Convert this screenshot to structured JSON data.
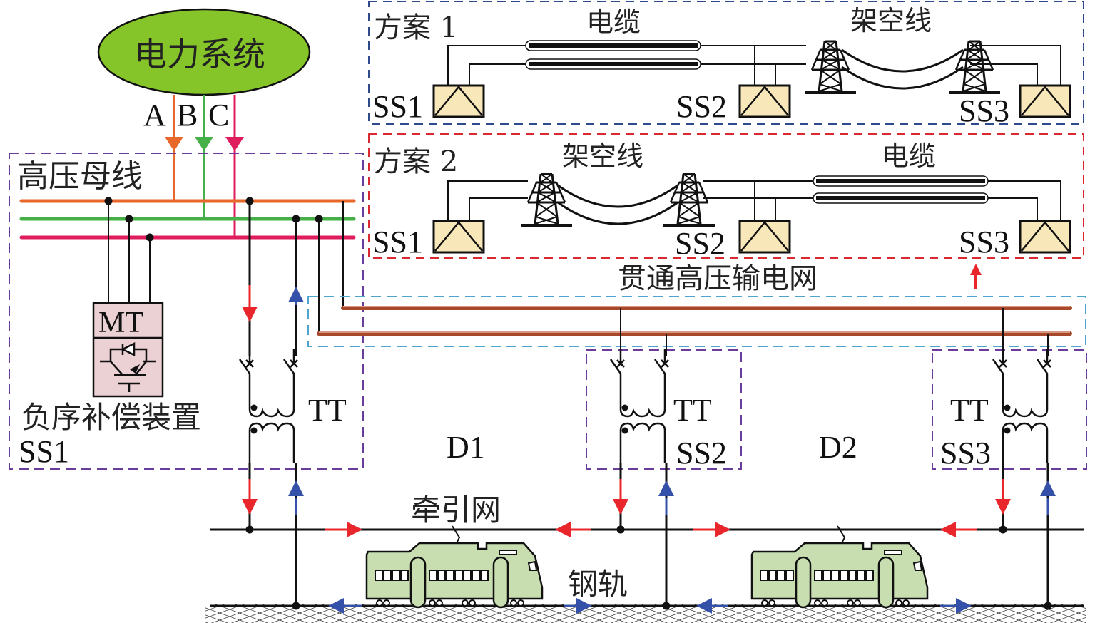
{
  "colors": {
    "phase_a": "#E8672A",
    "phase_b": "#46B048",
    "phase_c": "#E01D5C",
    "power_system_fill": "#86C52A",
    "substation_fill": "#F8E7B8",
    "compensator_fill": "#EBD0D4",
    "train_fill": "#C8DDB0",
    "transmission_line": "#A8482A",
    "ss1_border": "#6A3D9A",
    "scheme1_border": "#2E4A8C",
    "scheme2_border": "#D9282F",
    "transmission_net_border": "#4FA3CF",
    "current_red": "#E8262C",
    "current_blue": "#3450A8"
  },
  "power_system": {
    "label": "电力系统"
  },
  "phases": [
    "A",
    "B",
    "C"
  ],
  "hv_bus": {
    "label": "高压母线"
  },
  "compensator": {
    "top_label": "MT",
    "label": "负序补偿装置"
  },
  "substations": {
    "ss1": {
      "label": "SS1",
      "transformer_label": "TT"
    },
    "ss2": {
      "label": "SS2",
      "transformer_label": "TT"
    },
    "ss3": {
      "label": "SS3",
      "transformer_label": "TT"
    }
  },
  "transmission_network": {
    "label": "贯通高压输电网"
  },
  "schemes": [
    {
      "title": "方案 1",
      "segment1_label": "电缆",
      "segment2_label": "架空线",
      "stations": [
        "SS1",
        "SS2",
        "SS3"
      ]
    },
    {
      "title": "方案 2",
      "segment1_label": "架空线",
      "segment2_label": "电缆",
      "stations": [
        "SS1",
        "SS2",
        "SS3"
      ]
    }
  ],
  "sections": [
    "D1",
    "D2"
  ],
  "catenary": {
    "label": "牵引网"
  },
  "rail": {
    "label": "钢轨"
  }
}
